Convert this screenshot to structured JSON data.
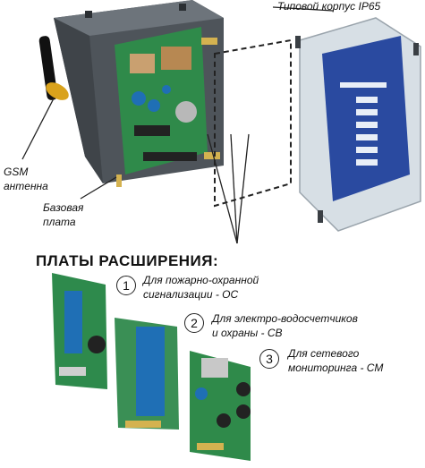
{
  "labels": {
    "housing": "Типовой корпус IP65",
    "gsm_line1": "GSM",
    "gsm_line2": "антенна",
    "base_line1": "Базовая",
    "base_line2": "плата",
    "heading": "ПЛАТЫ  РАСШИРЕНИЯ:"
  },
  "expansions": [
    {
      "num": "1",
      "line1": "Для пожарно-охранной",
      "line2": "сигнализации - ОС"
    },
    {
      "num": "2",
      "line1": "Для электро-водосчетчиков",
      "line2": "и охраны - СВ"
    },
    {
      "num": "3",
      "line1": "Для сетевого",
      "line2": "мониторинга - СМ"
    }
  ],
  "colors": {
    "housing_body": "#5a6066",
    "board_green": "#2f8a4a",
    "lid_panel": "#2a4aa0",
    "antenna": "#d9a21c"
  }
}
